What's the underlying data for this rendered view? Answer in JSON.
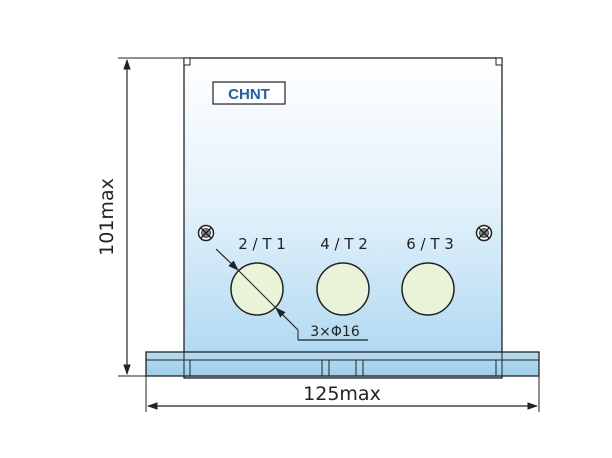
{
  "drawing": {
    "logo_text": "CHNT",
    "terminals": [
      "2 / T 1",
      "4 / T 2",
      "6 / T 3"
    ],
    "hole_callout": "3×Φ16",
    "width_dimension": "125max",
    "height_dimension": "101max"
  },
  "colors": {
    "panel_top": "#ffffff",
    "panel_bottom": "#a9d6f0",
    "hole_fill": "#e8f3d8",
    "logo_blue": "#1a5fb4",
    "line": "#222222"
  },
  "icons": {
    "left_screw": "screw-icon",
    "right_screw": "screw-icon"
  }
}
